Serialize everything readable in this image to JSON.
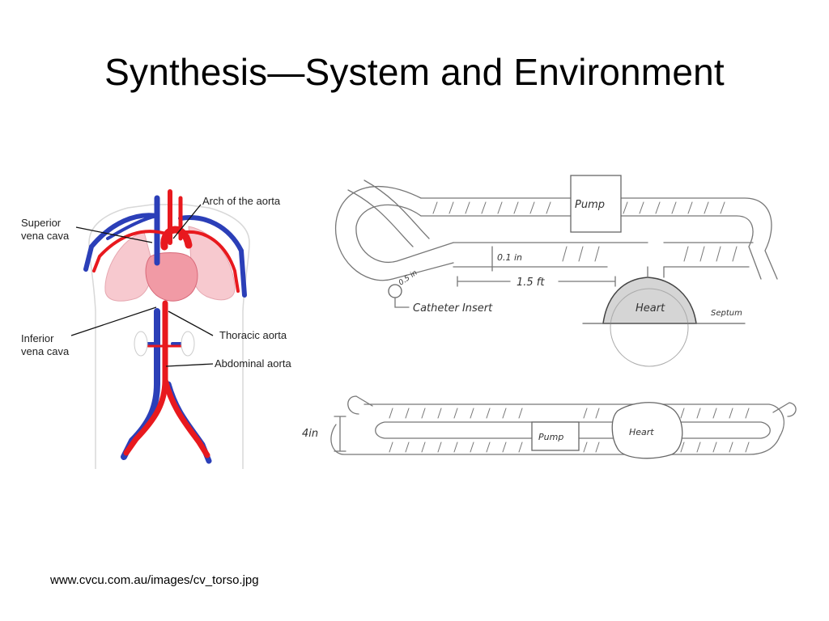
{
  "slide": {
    "title": "Synthesis—System and Environment",
    "source_text": "www.cvcu.com.au/images/cv_torso.jpg"
  },
  "anatomy": {
    "labels": {
      "arch_of_aorta": "Arch of the aorta",
      "superior_vena_cava_line1": "Superior",
      "superior_vena_cava_line2": "vena cava",
      "inferior_vena_cava_line1": "Inferior",
      "inferior_vena_cava_line2": "vena cava",
      "thoracic_aorta": "Thoracic aorta",
      "abdominal_aorta": "Abdominal aorta"
    },
    "colors": {
      "artery": "#e8191e",
      "vein": "#2b3fb8",
      "lung": "#f7c9cf",
      "heart": "#f19aa5"
    }
  },
  "sketch_top": {
    "labels": {
      "pump": "Pump",
      "heart": "Heart",
      "septum": "Septum",
      "catheter": "Catheter Insert",
      "length": "1.5 ft",
      "gap": "0.1 in",
      "diameter": "0.5 in"
    }
  },
  "sketch_bottom": {
    "labels": {
      "pump": "Pump",
      "heart": "Heart",
      "height": "4in"
    }
  }
}
